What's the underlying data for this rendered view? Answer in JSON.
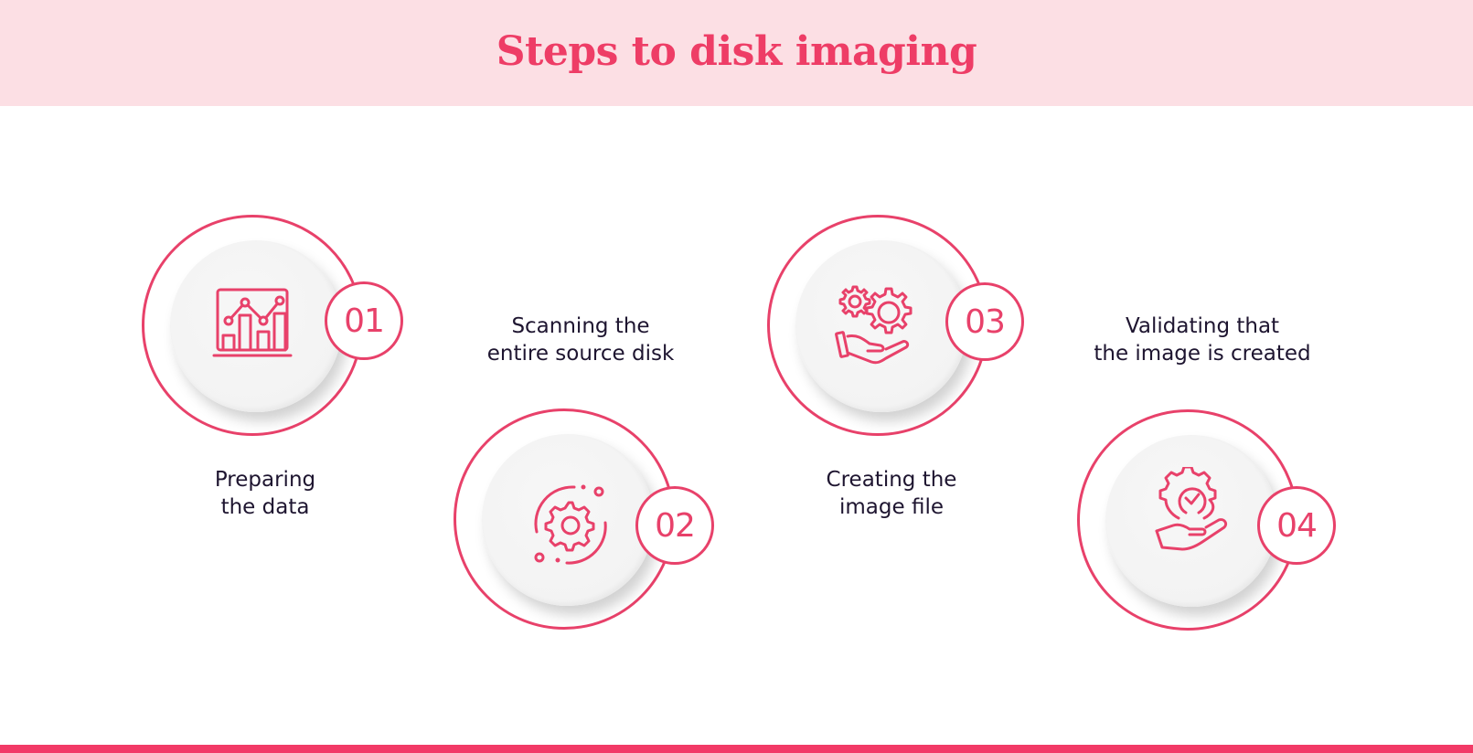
{
  "header": {
    "title": "Steps to disk imaging",
    "background": "#FCDFE4",
    "title_color": "#EE3D66"
  },
  "colors": {
    "accent": "#E8416A",
    "text": "#1E1530",
    "inner_disc": "#F4F4F4",
    "bottom_bar": "#F23A66"
  },
  "steps": [
    {
      "number": "01",
      "icon": "chart-monitor-icon",
      "caption_line1": "Preparing",
      "caption_line2": "the data",
      "caption_position": "below"
    },
    {
      "number": "02",
      "icon": "gear-orbit-icon",
      "caption_line1": "Scanning the",
      "caption_line2": "entire source disk",
      "caption_position": "above"
    },
    {
      "number": "03",
      "icon": "gears-hand-icon",
      "caption_line1": "Creating the",
      "caption_line2": "image file",
      "caption_position": "below"
    },
    {
      "number": "04",
      "icon": "gear-check-hand-icon",
      "caption_line1": "Validating that",
      "caption_line2": "the image is created",
      "caption_position": "above"
    }
  ]
}
